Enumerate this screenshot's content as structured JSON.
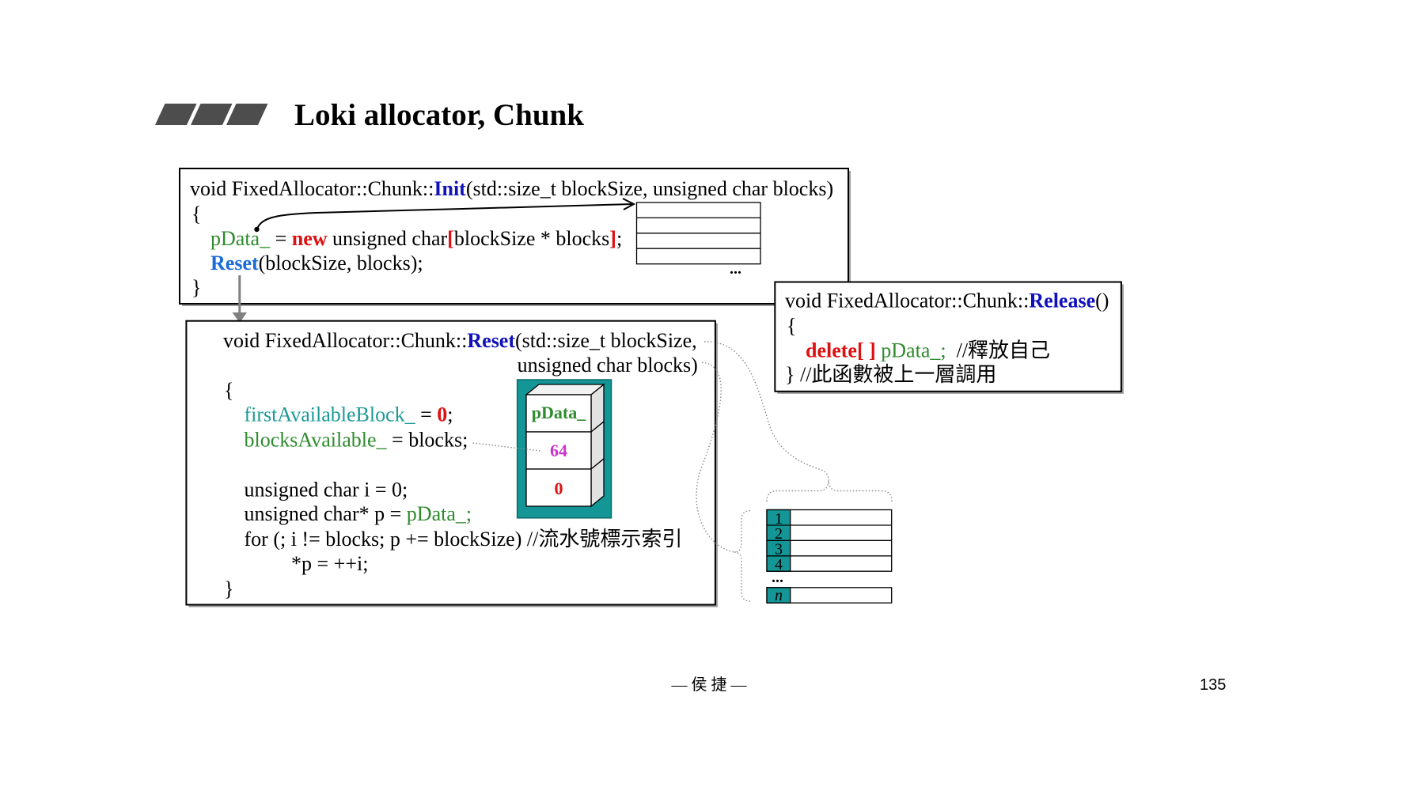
{
  "slide": {
    "title": "Loki allocator, Chunk",
    "author_footer": "— 侯 捷 —",
    "page_number": "135"
  },
  "colors": {
    "function_name": "#1111bb",
    "called_function": "#1a6cd6",
    "member": "#2e8b2e",
    "member_alt": "#1b9a96",
    "keyword_literal": "#dd1111",
    "count_value": "#cc33cc",
    "teal_fill": "#149696",
    "title_bars": "#4d4d4d"
  },
  "init_box": {
    "signature": {
      "prefix": "void FixedAllocator::Chunk::",
      "name": "Init",
      "params": "(std::size_t blockSize, unsigned char blocks)"
    },
    "open_brace": "{",
    "alloc_line": {
      "var": "pData_",
      "assign": " = ",
      "keyword": "new",
      "type": " unsigned char",
      "lbracket": "[",
      "size_expr": "blockSize * blocks",
      "rbracket": "]",
      "end": ";"
    },
    "reset_call": {
      "fn": "Reset",
      "args": "(blockSize, blocks);"
    },
    "close_brace": "}",
    "memory_ellipsis": "..."
  },
  "reset_box": {
    "signature": {
      "prefix": "void FixedAllocator::Chunk::",
      "name": "Reset",
      "params": "(std::size_t blockSize,",
      "params_cont": "unsigned char blocks)"
    },
    "open_brace": "{",
    "first_line": {
      "var": "firstAvailableBlock_",
      "assign": " = ",
      "value": "0",
      "end": ";"
    },
    "avail_line": {
      "var": "blocksAvailable_",
      "rest": " = blocks;"
    },
    "i_line": "unsigned char i = 0;",
    "p_line": {
      "decl": "unsigned char* p = ",
      "var": "pData_;"
    },
    "for_line": {
      "code": "for (; i != blocks; p += blockSize) ",
      "comment": "//流水號標示索引"
    },
    "body_line": "*p = ++i;",
    "close_brace": "}",
    "members": [
      "pData_",
      "64",
      "0"
    ]
  },
  "release_box": {
    "signature": {
      "prefix": "void FixedAllocator::Chunk::",
      "name": "Release",
      "params": "()"
    },
    "open_brace": "{",
    "delete_line": {
      "keyword": "delete[ ]",
      "var": " pData_;",
      "comment": "  //釋放自己"
    },
    "close_line": "} //此函數被上一層調用"
  },
  "blocks_diagram": {
    "row_labels": [
      "1",
      "2",
      "3",
      "4"
    ],
    "ellipsis": "...",
    "last_label": "n"
  }
}
